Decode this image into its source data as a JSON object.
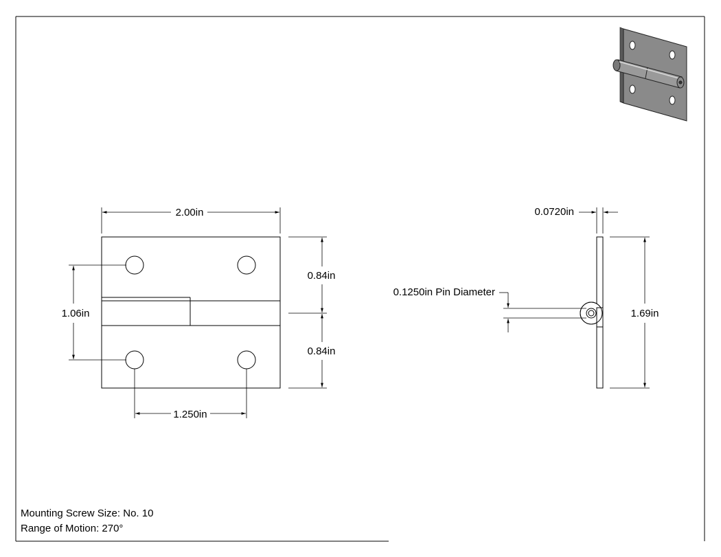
{
  "front_view": {
    "width_dim": "2.00in",
    "upper_leaf_height_dim": "0.84in",
    "lower_leaf_height_dim": "0.84in",
    "hole_vertical_spacing_dim": "1.06in",
    "hole_horizontal_spacing_dim": "1.250in"
  },
  "side_view": {
    "thickness_dim": "0.0720in",
    "pin_diameter_dim": "0.1250in Pin Diameter",
    "overall_height_dim": "1.69in"
  },
  "notes": {
    "screw_size": "Mounting Screw Size: No. 10",
    "range_of_motion": "Range of Motion: 270°"
  },
  "iso_view": {
    "fill_color": "#8a8a8a",
    "edge_color": "#2a2a2a"
  }
}
